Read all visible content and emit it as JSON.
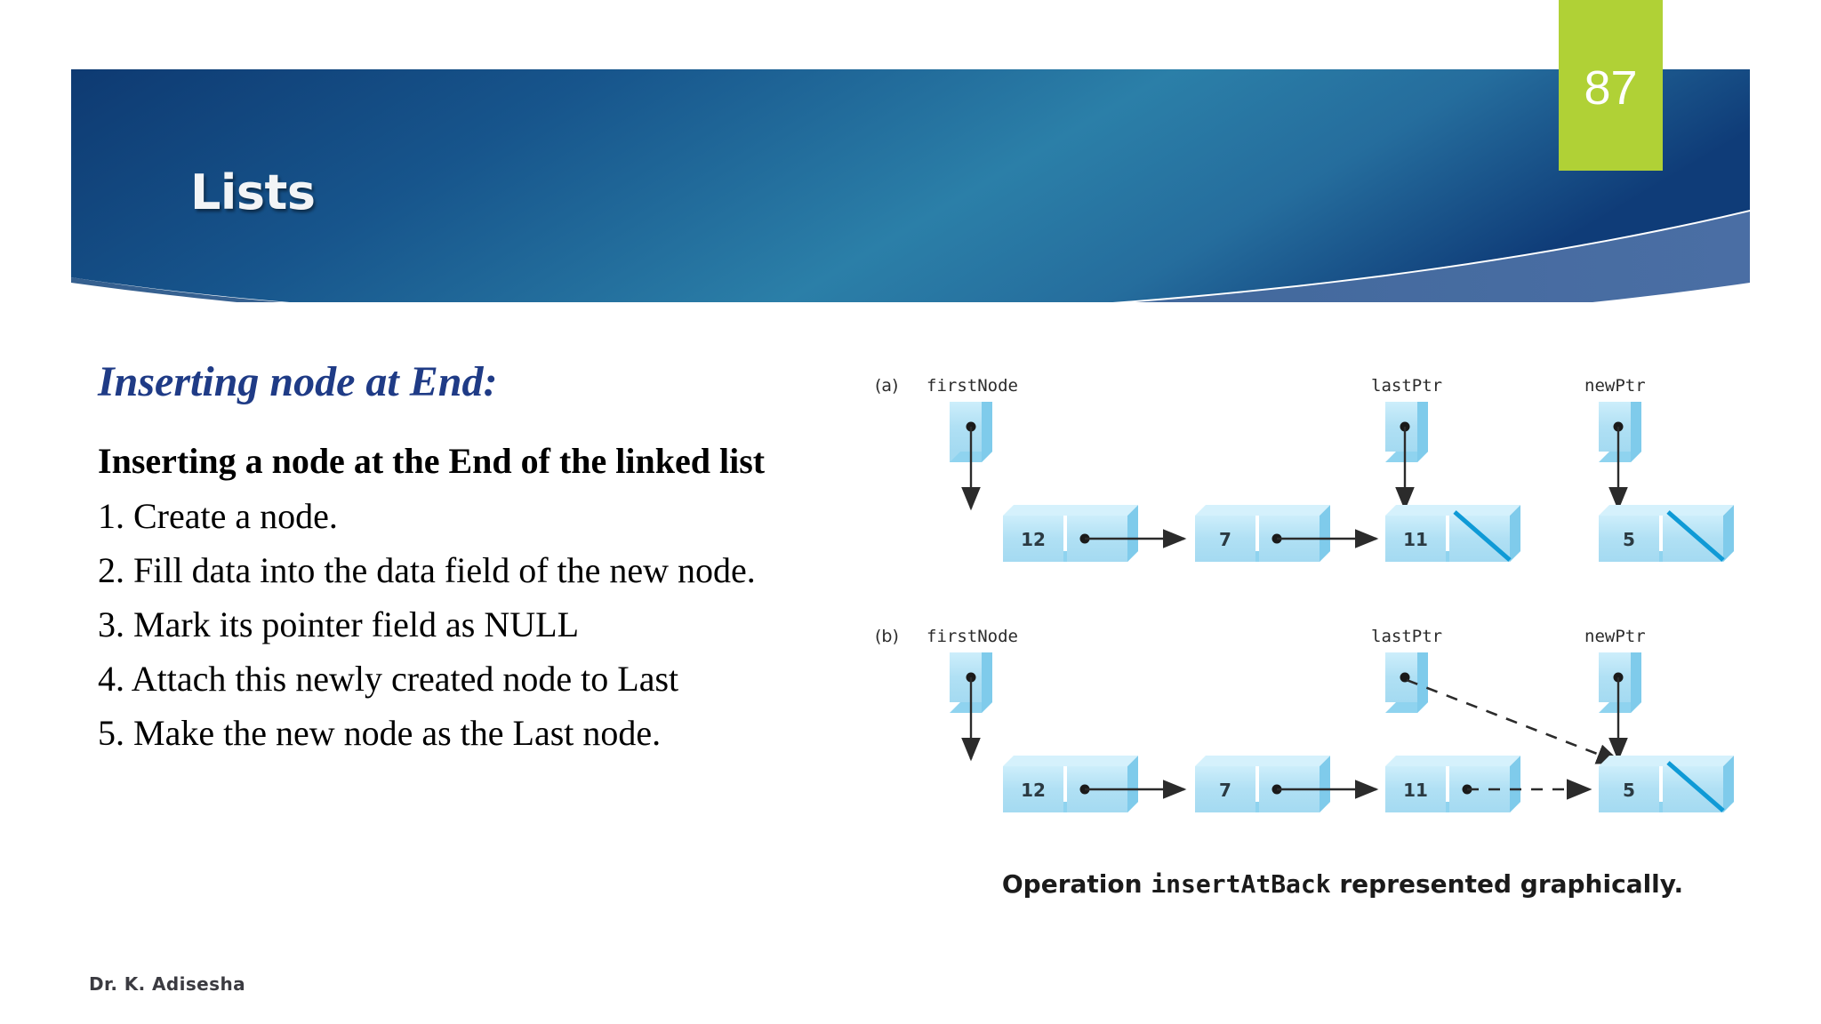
{
  "slide": {
    "title": "Lists",
    "number": "87",
    "footer_author": "Dr. K. Adisesha",
    "accent_green": "#b0d136",
    "banner_dark_blue": "#103a72",
    "banner_teal": "#2b7fa8",
    "banner_tail_blue": "#3b6098",
    "heading_color": "#1f3b86"
  },
  "content": {
    "heading": "Inserting node at End:",
    "lead": "Inserting a node at the End of the linked list",
    "steps": [
      "1. Create a node.",
      "2. Fill data into the data field of the new node.",
      "3. Mark its pointer field as NULL",
      "4. Attach this newly created node to Last",
      "5. Make the new node as the Last node."
    ]
  },
  "figure": {
    "caption_prefix": "Operation ",
    "caption_code": "insertAtBack",
    "caption_suffix": " represented graphically.",
    "node_fill": "#b5e3f6",
    "node_edge": "#79cbe8",
    "null_slash_color": "#0f9ad6",
    "arrow_color": "#2b2b2b",
    "panels": [
      {
        "label": "(a)",
        "pointers": [
          {
            "name": "firstNode",
            "target": "node-12",
            "style": "solid"
          },
          {
            "name": "lastPtr",
            "target": "node-11",
            "style": "solid"
          },
          {
            "name": "newPtr",
            "target": "node-5",
            "style": "solid"
          }
        ],
        "nodes": [
          {
            "id": "node-12",
            "value": "12",
            "next": "node-7",
            "null_marker": false,
            "link_style": "solid"
          },
          {
            "id": "node-7",
            "value": "7",
            "next": "node-11",
            "null_marker": false,
            "link_style": "solid"
          },
          {
            "id": "node-11",
            "value": "11",
            "next": null,
            "null_marker": true,
            "link_style": "none"
          },
          {
            "id": "node-5",
            "value": "5",
            "next": null,
            "null_marker": true,
            "link_style": "none"
          }
        ]
      },
      {
        "label": "(b)",
        "pointers": [
          {
            "name": "firstNode",
            "target": "node-12",
            "style": "solid"
          },
          {
            "name": "lastPtr",
            "target": "node-5",
            "style": "dashed"
          },
          {
            "name": "newPtr",
            "target": "node-5",
            "style": "solid"
          }
        ],
        "nodes": [
          {
            "id": "node-12",
            "value": "12",
            "next": "node-7",
            "null_marker": false,
            "link_style": "solid"
          },
          {
            "id": "node-7",
            "value": "7",
            "next": "node-11",
            "null_marker": false,
            "link_style": "solid"
          },
          {
            "id": "node-11",
            "value": "11",
            "next": "node-5",
            "null_marker": false,
            "link_style": "dashed"
          },
          {
            "id": "node-5",
            "value": "5",
            "next": null,
            "null_marker": true,
            "link_style": "none"
          }
        ]
      }
    ]
  }
}
